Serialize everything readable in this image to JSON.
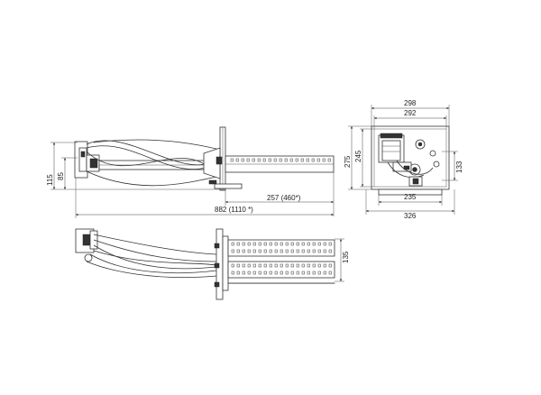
{
  "dimensions": {
    "side_total": "882 (1110 *)",
    "side_tube": "257 (460*)",
    "side_height_115": "115",
    "side_height_85": "85",
    "front_width_298": "298",
    "front_width_292": "292",
    "front_height_275": "275",
    "front_height_245": "245",
    "front_height_133": "133",
    "front_width_235": "235",
    "front_width_326": "326",
    "top_height_135": "135"
  },
  "colors": {
    "line": "#333333",
    "background": "#ffffff"
  }
}
